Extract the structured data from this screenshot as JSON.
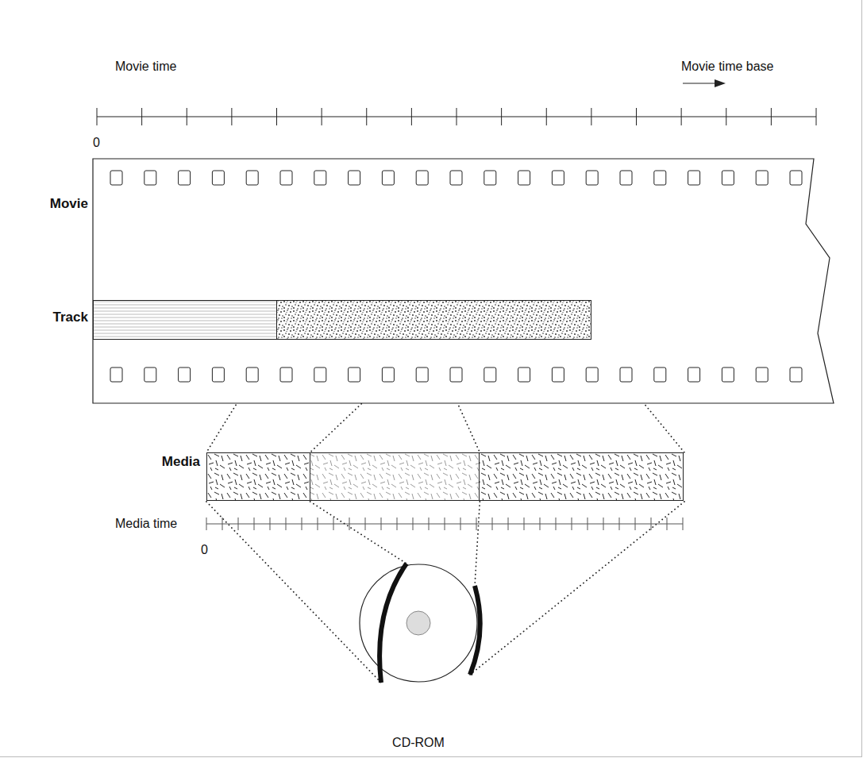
{
  "diagram": {
    "nodes": [
      {
        "text": [
          "Movie"
        ]
      },
      {
        "text": [
          "Track"
        ],
        "in": 0
      },
      {
        "text": [
          "Media"
        ]
      },
      {
        "text": [
          "CD-ROM"
        ]
      }
    ],
    "edges": [
      {
        "from": 1,
        "to": 2,
        "arrow": "none"
      },
      {
        "from": 2,
        "to": 3,
        "arrow": "none"
      }
    ],
    "labels": [
      "Movie time",
      "Movie time base",
      "0",
      "Media time",
      "0"
    ]
  }
}
